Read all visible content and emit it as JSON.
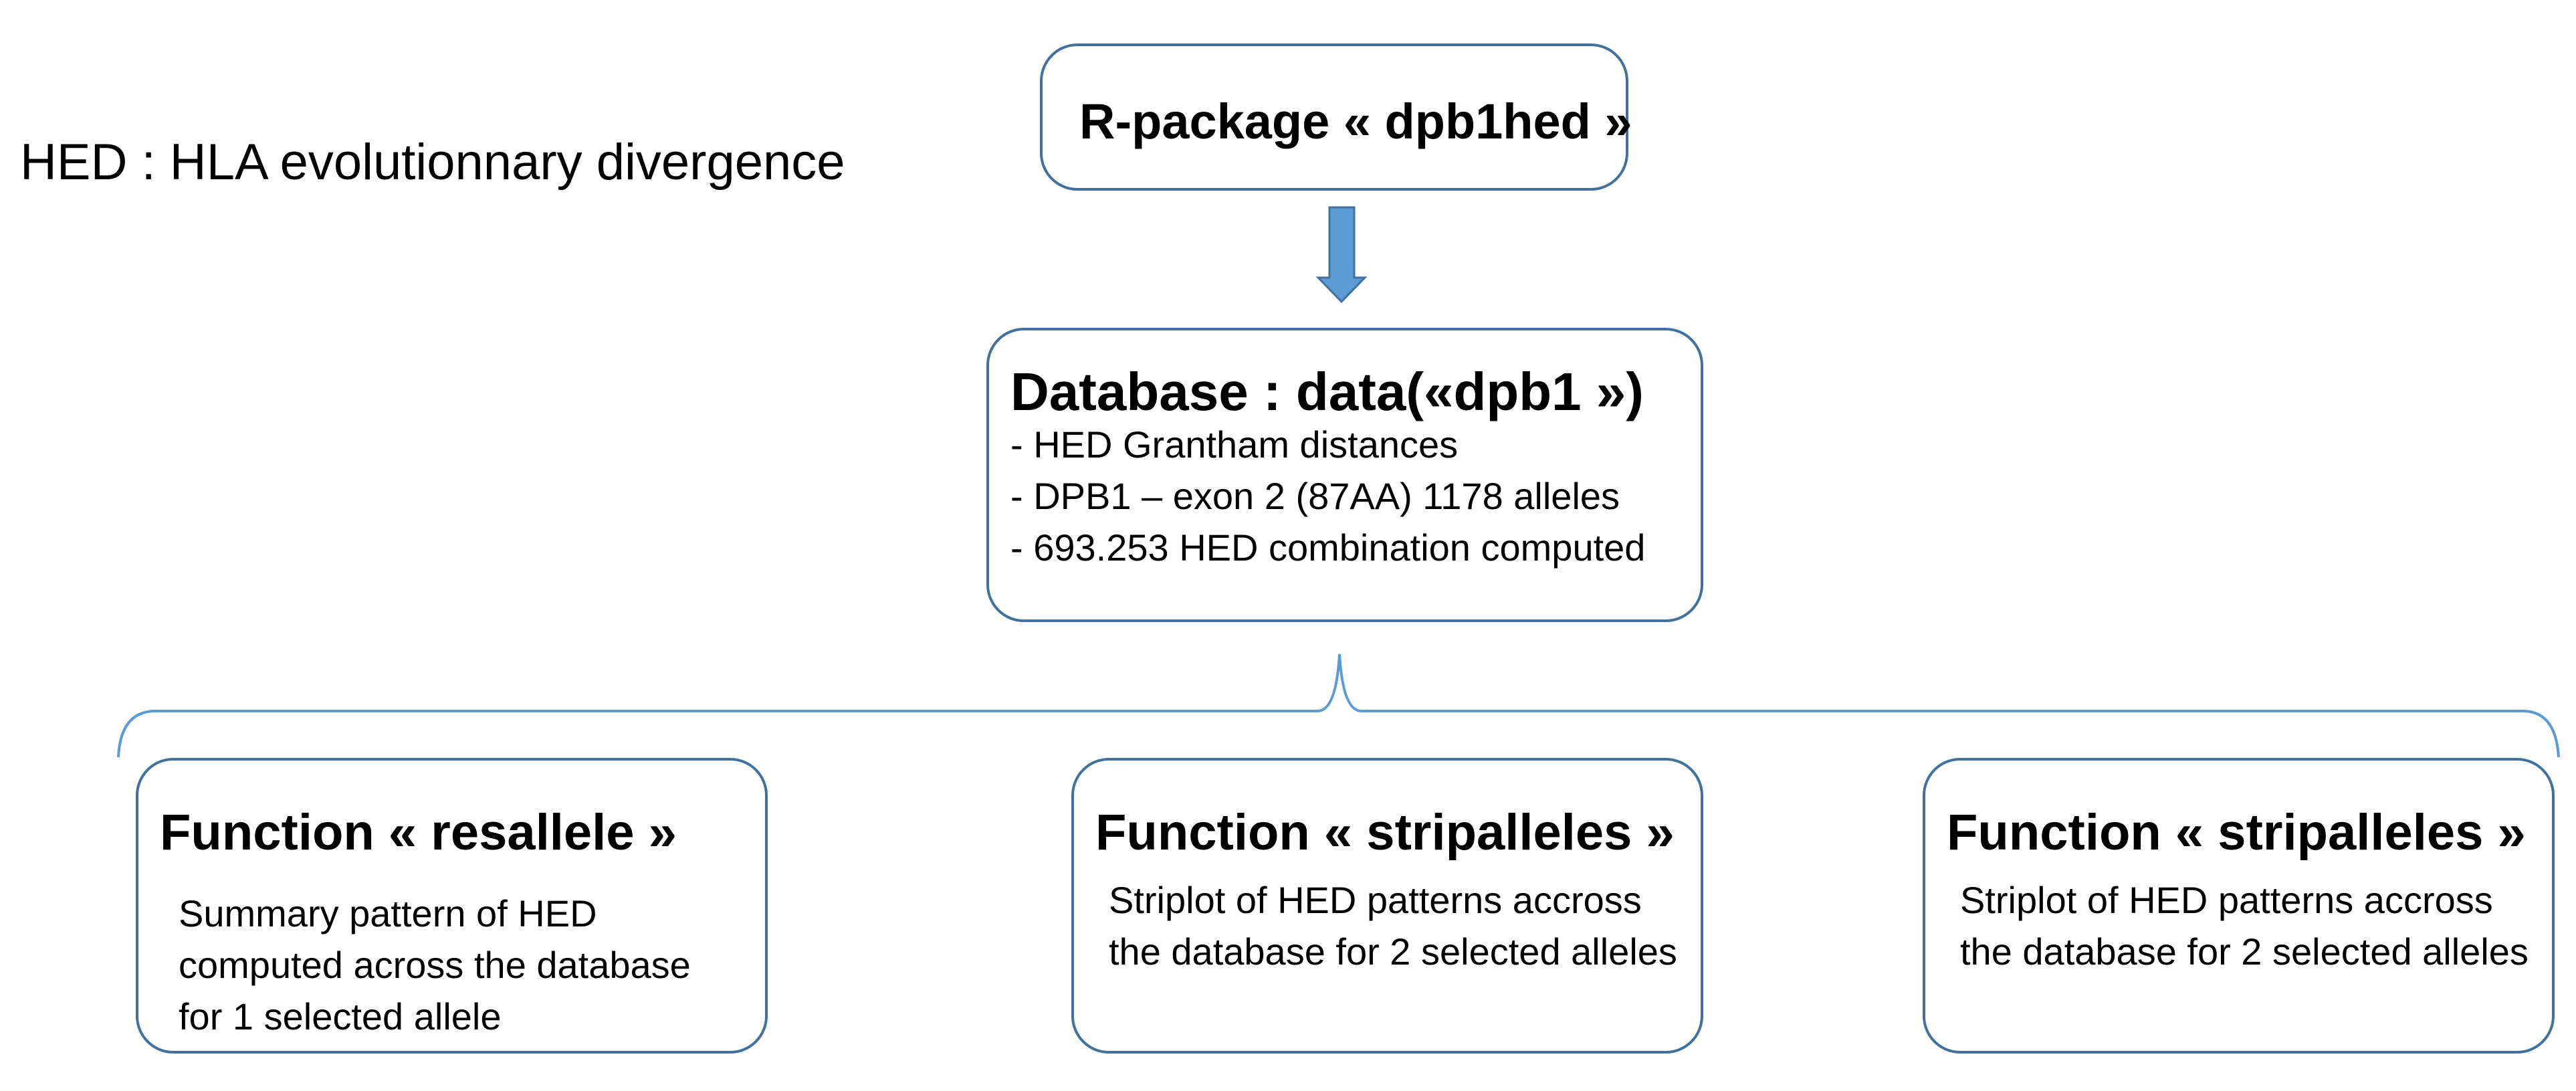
{
  "subtitle": "HED : HLA evolutionnary divergence",
  "package_box": {
    "title": "R-package « dpb1hed »"
  },
  "database_box": {
    "title": "Database : data(«dpb1 »)",
    "items": [
      "- HED Grantham distances",
      "- DPB1 – exon 2 (87AA) 1178 alleles",
      "- 693.253 HED combination computed"
    ]
  },
  "functions": [
    {
      "title": "Function « resallele »",
      "description": "Summary pattern of HED computed across the database for 1 selected allele"
    },
    {
      "title": "Function « stripalleles »",
      "description": "Striplot of HED patterns accross the database for 2 selected alleles"
    },
    {
      "title": "Function « stripalleles »",
      "description": "Striplot of HED patterns accross the database for 2 selected alleles"
    }
  ],
  "colors": {
    "box_border": "#41719c",
    "arrow_fill": "#5b9bd5",
    "arrow_stroke": "#41719c",
    "brace_line": "#5b9bd5"
  }
}
